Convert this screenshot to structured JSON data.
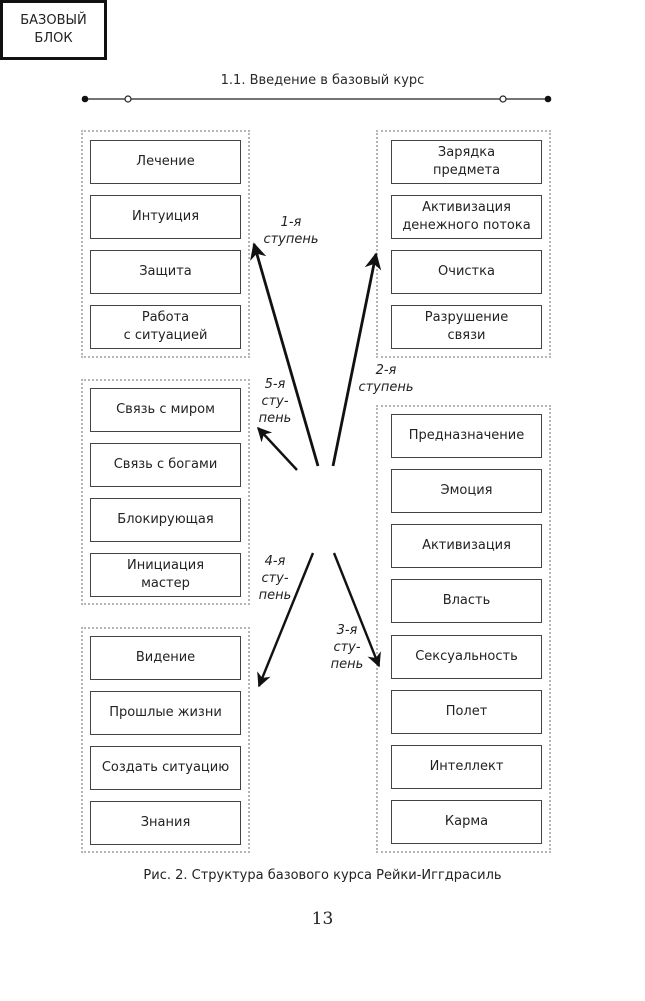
{
  "header": {
    "title": "1.1. Введение в базовый курс"
  },
  "center": {
    "label": "БАЗОВЫЙ\nБЛОК"
  },
  "steps": [
    {
      "label": "1-я\nступень",
      "direction": "top-left"
    },
    {
      "label": "2-я\nступень",
      "direction": "top-right"
    },
    {
      "label": "3-я\nсту-\nпень",
      "direction": "bottom-right"
    },
    {
      "label": "4-я\nсту-\nпень",
      "direction": "bottom-left"
    },
    {
      "label": "5-я\nсту-\nпень",
      "direction": "left"
    }
  ],
  "groups": {
    "step1": [
      "Лечение",
      "Интуиция",
      "Защита",
      "Работа\nс ситуацией"
    ],
    "step2": [
      "Зарядка\nпредмета",
      "Активизация\nденежного потока",
      "Очистка",
      "Разрушение\nсвязи"
    ],
    "step5": [
      "Связь с миром",
      "Связь с богами",
      "Блокирующая",
      "Инициация\nмастер"
    ],
    "step4": [
      "Видение",
      "Прошлые жизни",
      "Создать ситуацию",
      "Знания"
    ],
    "step3": [
      "Предназначение",
      "Эмоция",
      "Активизация",
      "Власть",
      "Сексуальность",
      "Полет",
      "Интеллект",
      "Карма"
    ]
  },
  "caption": "Рис. 2. Структура базового курса Рейки-Иггдрасиль",
  "page_number": "13"
}
